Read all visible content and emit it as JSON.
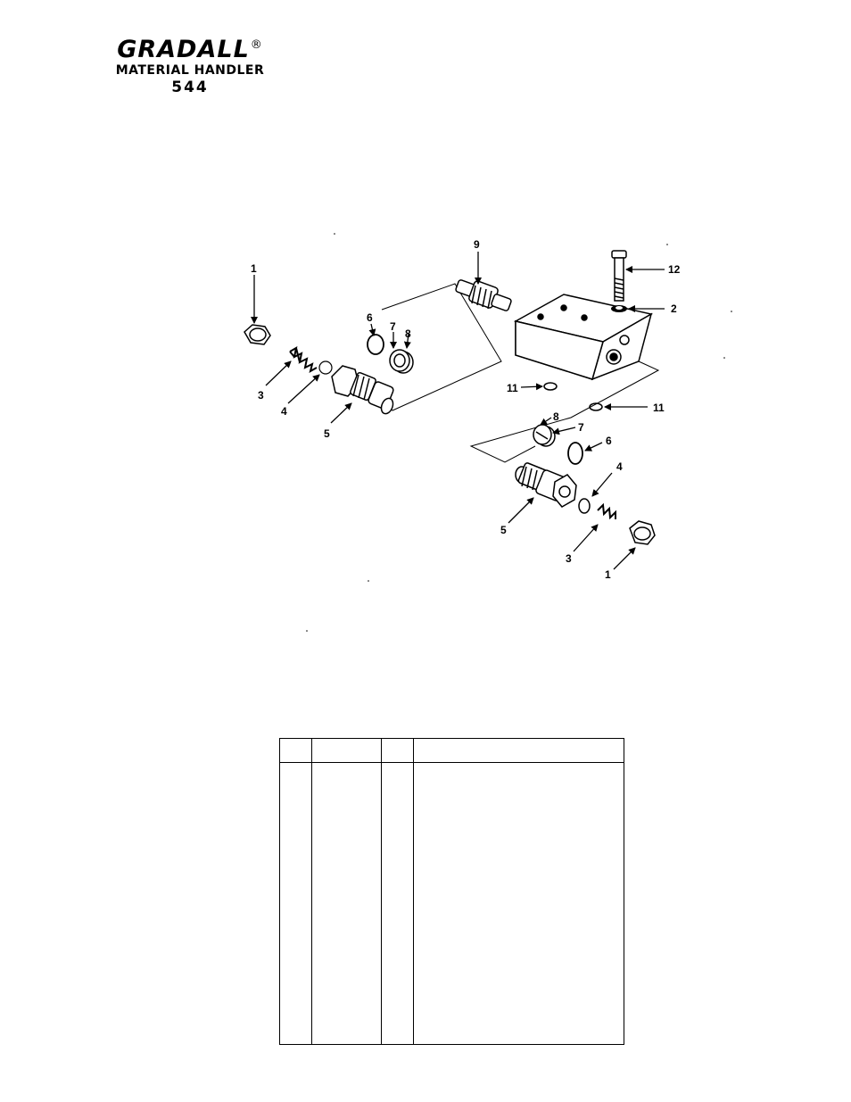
{
  "header": {
    "brand": "GRADALL",
    "registered_mark": "®",
    "line2": "MATERIAL HANDLER",
    "line3": "544"
  },
  "diagram": {
    "callouts": {
      "c1_top": "1",
      "c3_left": "3",
      "c4_left": "4",
      "c5_left": "5",
      "c6_top": "6",
      "c7_top": "7",
      "c8_top": "8",
      "c9": "9",
      "c12": "12",
      "c2": "2",
      "c11_left": "11",
      "c11_right": "11",
      "c8_lower": "8",
      "c7_lower": "7",
      "c6_lower": "6",
      "c4_lower": "4",
      "c5_lower": "5",
      "c3_lower": "3",
      "c1_lower": "1"
    }
  },
  "parts_table": {
    "headers": [
      "",
      "",
      "",
      ""
    ],
    "rows": [
      [
        "",
        "",
        "",
        ""
      ]
    ]
  }
}
